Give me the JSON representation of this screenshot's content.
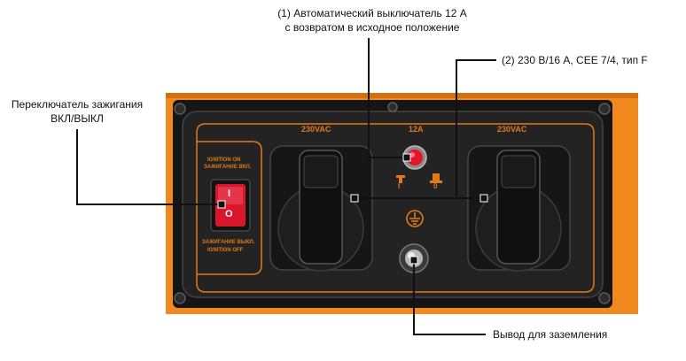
{
  "callouts": {
    "breaker_line1": "(1) Автоматический выключатель 12 А",
    "breaker_line2": "с возвратом в исходное положение",
    "socket": "(2) 230 В/16 А, CEE 7/4, тип F",
    "ignition_line1": "Переключатель зажигания",
    "ignition_line2": "ВКЛ/ВЫКЛ",
    "ground": "Вывод для заземления"
  },
  "panel": {
    "left_socket_voltage": "230VAC",
    "breaker_rating": "12A",
    "right_socket_voltage": "230VAC",
    "ignition_on_en": "IGNITION ON",
    "ignition_on_ru": "ЗАЖИГАНИЕ ВКЛ.",
    "ignition_off_ru": "ЗАЖИГАНИЕ ВЫКЛ.",
    "ignition_off_en": "IGNITION OFF",
    "switch_on_mark": "I",
    "switch_off_mark": "O",
    "breaker_on_mark": "I",
    "breaker_off_mark": "0"
  },
  "colors": {
    "frame_orange": "#f08a1e",
    "panel_black": "#1b1b1b",
    "label_orange": "#e07a1a",
    "switch_red": "#d8162c",
    "breaker_red": "#e2162a"
  }
}
